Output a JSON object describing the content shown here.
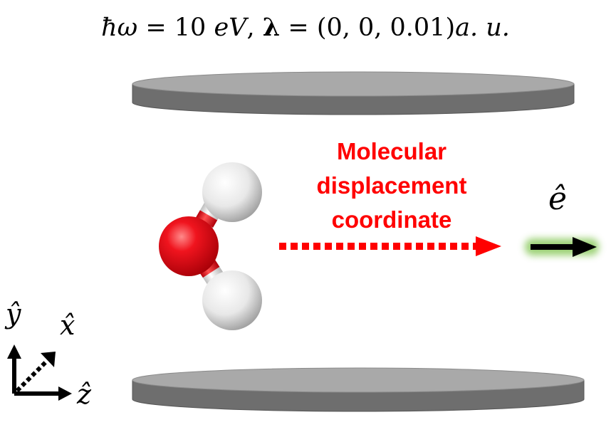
{
  "caption": {
    "hbar_omega": "ħω",
    "equals": " = ",
    "energy_value": "10 ",
    "energy_unit": "eV",
    "separator": ", ",
    "lambda_symbol": "λ",
    "lambda_value": "(0, 0, 0.01)",
    "units": "a. u."
  },
  "displacement_label": {
    "line1": "Molecular",
    "line2": "displacement",
    "line3": "coordinate"
  },
  "polarization": {
    "symbol": "ê"
  },
  "axes": {
    "y_label": "ŷ",
    "x_label": "x̂",
    "z_label": "ẑ"
  },
  "colors": {
    "mirror_face": "#a9a9a9",
    "mirror_side": "#6e6e6e",
    "oxygen": "#e8121c",
    "hydrogen": "#ededed",
    "displacement_arrow": "#ff0000",
    "polarization_arrow": "#000000",
    "polarization_glow": "#7cc24a"
  }
}
